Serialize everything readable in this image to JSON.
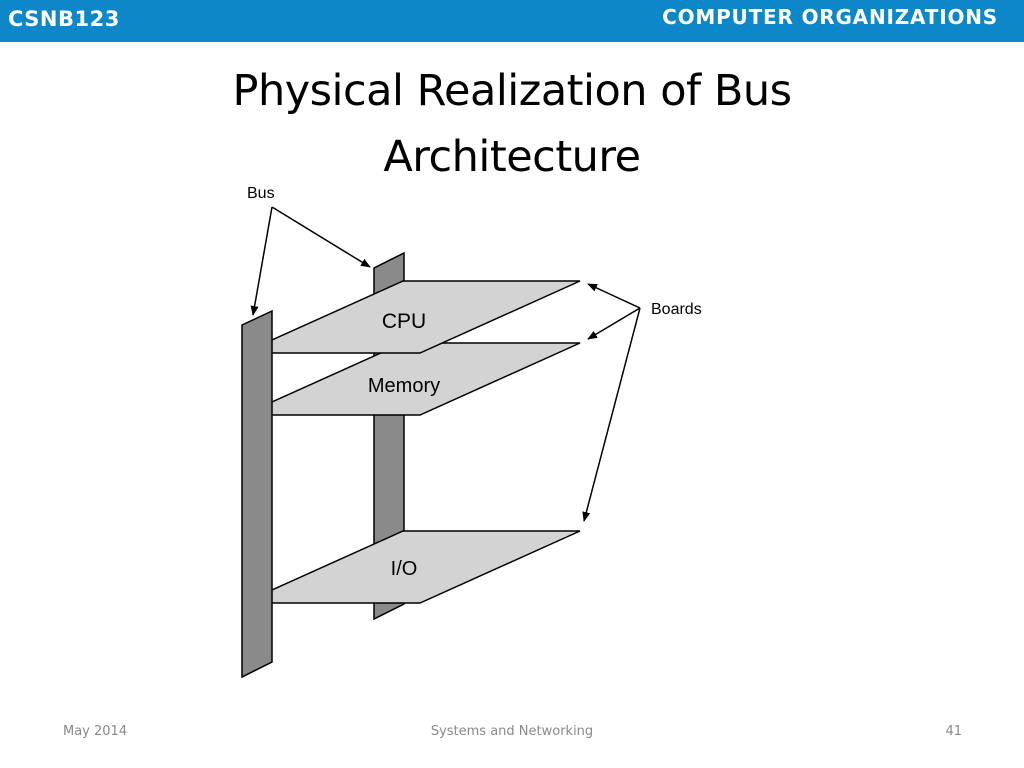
{
  "header": {
    "course_code": "CSNB123",
    "course_name": "COMPUTER ORGANIZATIONS",
    "bar_color": "#0d87c8"
  },
  "slide": {
    "title_line1": "Physical Realization of Bus",
    "title_line2": "Architecture"
  },
  "diagram": {
    "bus_label": "Bus",
    "boards_label": "Boards",
    "boards": {
      "cpu": "CPU",
      "memory": "Memory",
      "io": "I/O"
    },
    "bus_color": "#8a8a8a",
    "board_color": "#d3d3d3"
  },
  "footer": {
    "date": "May 2014",
    "center": "Systems and Networking",
    "page": "41"
  }
}
